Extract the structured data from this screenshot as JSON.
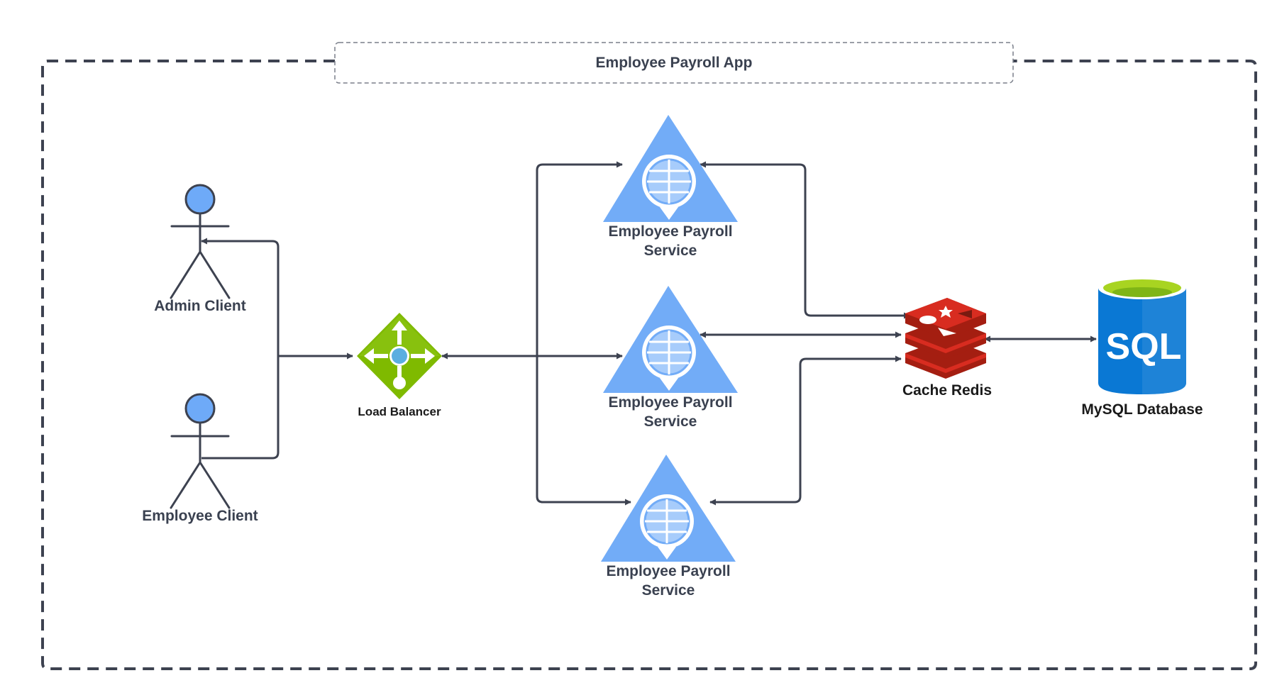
{
  "diagram": {
    "title": "Employee Payroll App",
    "nodes": {
      "admin_client": {
        "label": "Admin Client",
        "icon": "actor-icon"
      },
      "employee_client": {
        "label": "Employee Client",
        "icon": "actor-icon"
      },
      "load_balancer": {
        "label": "Load Balancer",
        "icon": "load-balancer-icon"
      },
      "service_1": {
        "label_line1": "Employee Payroll",
        "label_line2": "Service",
        "icon": "service-icon"
      },
      "service_2": {
        "label_line1": "Employee Payroll",
        "label_line2": "Service",
        "icon": "service-icon"
      },
      "service_3": {
        "label_line1": "Employee Payroll",
        "label_line2": "Service",
        "icon": "service-icon"
      },
      "cache": {
        "label": "Cache Redis",
        "icon": "redis-icon"
      },
      "database": {
        "label": "MySQL Database",
        "icon": "sql-database-icon",
        "badge": "SQL"
      }
    },
    "colors": {
      "actor_head": "#6eaaf8",
      "service_blue": "#72acf7",
      "load_balancer_green": "#7fba00",
      "redis_red": "#c6302b",
      "sql_blue": "#0a78d4",
      "sql_top": "#a8d421",
      "line": "#3d4250",
      "text": "#3a4150"
    }
  }
}
